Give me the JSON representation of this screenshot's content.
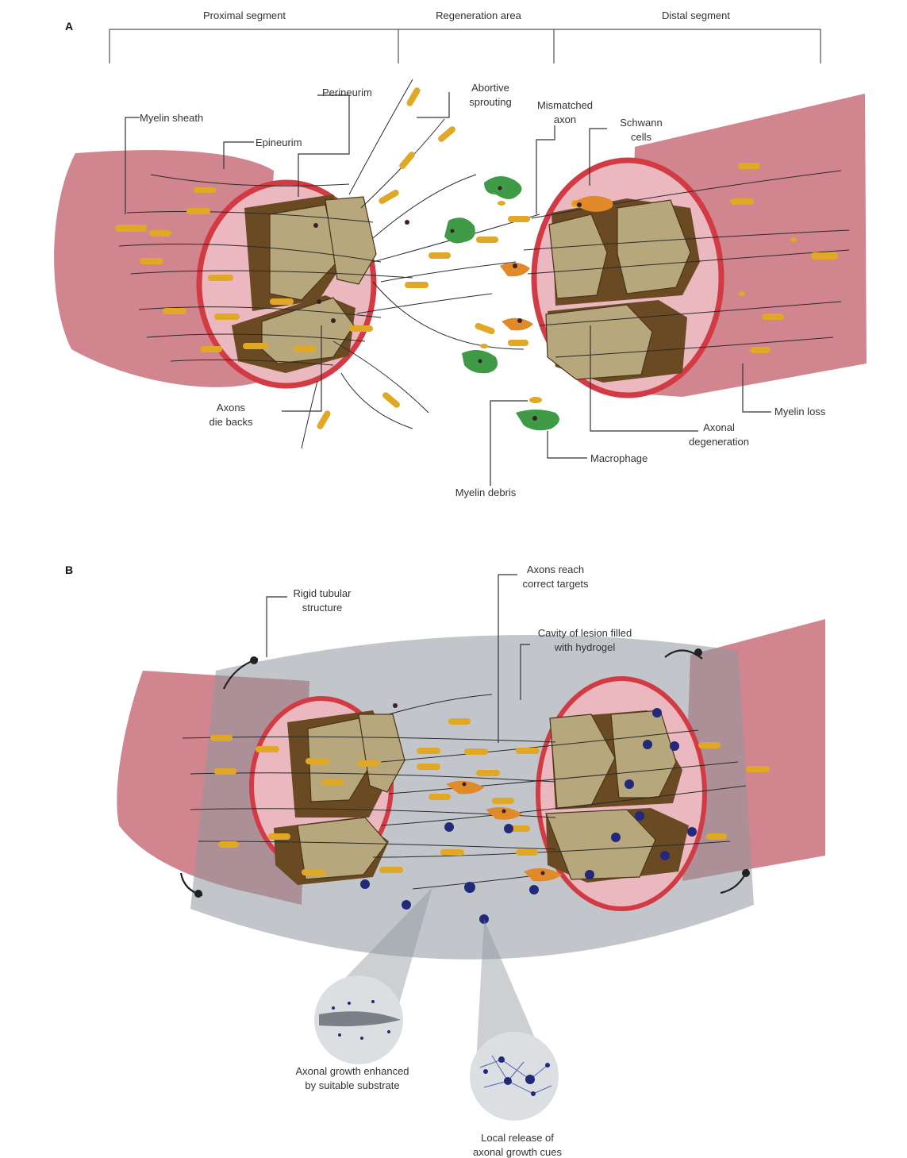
{
  "panel_a": {
    "label": "A",
    "segments": {
      "proximal": "Proximal segment",
      "regeneration": "Regeneration area",
      "distal": "Distal segment"
    },
    "annotations": {
      "myelin_sheath": "Myelin sheath",
      "epineurim": "Epineurim",
      "perineurim": "Perineurim",
      "abortive_sprouting": [
        "Abortive",
        "sprouting"
      ],
      "mismatched_axon": [
        "Mismatched",
        "axon"
      ],
      "schwann_cells": [
        "Schwann",
        "cells"
      ],
      "axons_die_backs": [
        "Axons",
        "die backs"
      ],
      "macrophage": "Macrophage",
      "myelin_debris": "Myelin debris",
      "axonal_degeneration": [
        "Axonal",
        "degeneration"
      ],
      "myelin_loss": "Myelin loss"
    }
  },
  "panel_b": {
    "label": "B",
    "annotations": {
      "rigid_tubular": [
        "Rigid tubular",
        "structure"
      ],
      "axons_reach": [
        "Axons reach",
        "correct targets"
      ],
      "cavity": [
        "Cavity of lesion filled",
        "with hydrogel"
      ],
      "axonal_growth": [
        "Axonal growth enhanced",
        "by suitable substrate"
      ],
      "local_release": [
        "Local release of",
        "axonal growth cues"
      ]
    }
  },
  "colors": {
    "tissue": "#c9707a",
    "epineurium_ring": "#d23a44",
    "myelin": "#e1a826",
    "fascicle_light": "#b7a77d",
    "fascicle_dark": "#6a4a22",
    "macrophage": "#3f9a46",
    "growth_cue": "#23297a",
    "hydrogel_tube": "#8f979e"
  }
}
